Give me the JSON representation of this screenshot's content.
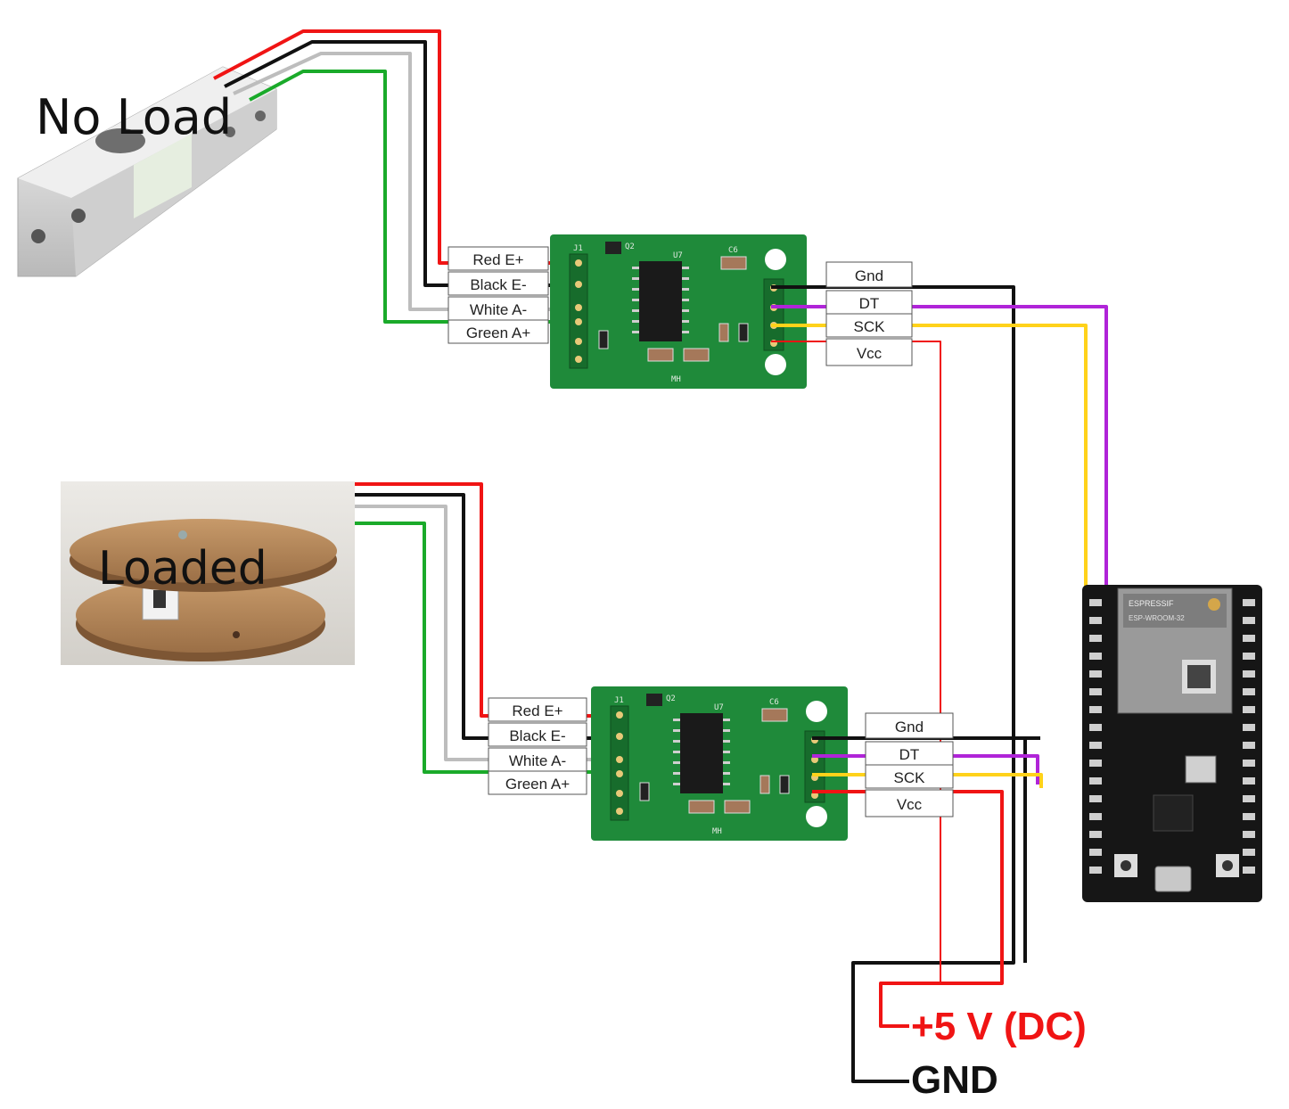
{
  "load_cells": {
    "top_label": "No Load",
    "bottom_label": "Loaded"
  },
  "hx711_input_pins": [
    "Red E+",
    "Black E-",
    "White A-",
    "Green A+"
  ],
  "hx711_output_pins": [
    "Gnd",
    "DT",
    "SCK",
    "Vcc"
  ],
  "board_marking": "MH",
  "board_designators": {
    "u7": "U7",
    "c6": "C6",
    "q2": "Q2",
    "j1": "J1"
  },
  "power": {
    "plus5": "+5 V (DC)",
    "gnd": "GND"
  },
  "esp32": {
    "brand": "ESPRESSIF",
    "module": "ESP-WROOM-32"
  },
  "colors": {
    "red_wire": "#f01414",
    "black_wire": "#111111",
    "white_wire": "#bdbdbd",
    "green_wire": "#1aaa2a",
    "dt_wire": "#b024d8",
    "sck_wire": "#ffd21a",
    "pcb": "#1f8a3a",
    "power_text": "#f01414"
  }
}
